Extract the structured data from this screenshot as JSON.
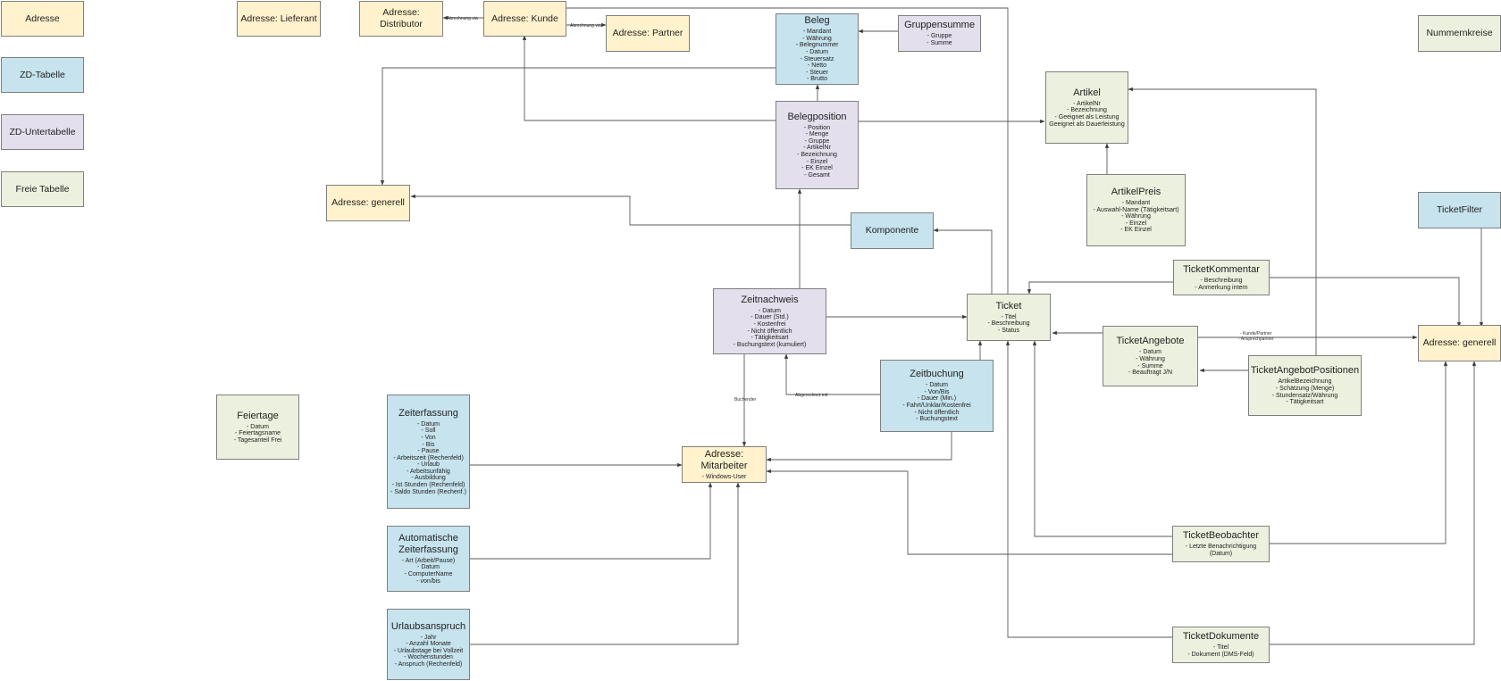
{
  "colors": {
    "addr": "#fff2cc",
    "zd": "#c6e3ee",
    "sub": "#e4dfec",
    "free": "#ebf1de",
    "line": "#5a5a5a"
  },
  "nodes": [
    {
      "id": "legend-adresse",
      "title": "Adresse",
      "fields": []
    },
    {
      "id": "legend-zd",
      "title": "ZD-Tabelle",
      "fields": []
    },
    {
      "id": "legend-zdu",
      "title": "ZD-Untertabelle",
      "fields": []
    },
    {
      "id": "legend-frei",
      "title": "Freie Tabelle",
      "fields": []
    },
    {
      "id": "lieferant",
      "title": "Adresse: Lieferant",
      "fields": []
    },
    {
      "id": "distributor",
      "title": "Adresse: Distributor",
      "fields": []
    },
    {
      "id": "kunde",
      "title": "Adresse: Kunde",
      "fields": []
    },
    {
      "id": "partner",
      "title": "Adresse: Partner",
      "fields": []
    },
    {
      "id": "beleg",
      "title": "Beleg",
      "fields": [
        "- Mandant",
        "- Währung",
        "- Belegnummer",
        "- Datum",
        "- Steuersatz",
        "- Netto",
        "- Steuer",
        "- Brutto"
      ]
    },
    {
      "id": "gruppensumme",
      "title": "Gruppensumme",
      "fields": [
        "- Gruppe",
        "- Summe"
      ]
    },
    {
      "id": "nummernkreise",
      "title": "Nummernkreise",
      "fields": []
    },
    {
      "id": "belegposition",
      "title": "Belegposition",
      "fields": [
        "- Position",
        "- Menge",
        "- Gruppe",
        "- ArtikelNr",
        "- Bezeichnung",
        "- Einzel",
        "- EK Einzel",
        "- Gesamt"
      ]
    },
    {
      "id": "artikel",
      "title": "Artikel",
      "fields": [
        "- ArtikelNr",
        "- Bezeichnung",
        "- Geeignet als Leistung",
        "Geeignet als Dauerleistung"
      ]
    },
    {
      "id": "adr-generell-1",
      "title": "Adresse: generell",
      "fields": []
    },
    {
      "id": "komponente",
      "title": "Komponente",
      "fields": []
    },
    {
      "id": "artikelpreis",
      "title": "ArtikelPreis",
      "fields": [
        "- Mandant",
        "- Auswahl-Name (Tätigkeitsart)",
        "- Währung",
        "- Einzel",
        "- EK Einzel"
      ]
    },
    {
      "id": "ticketfilter",
      "title": "TicketFilter",
      "fields": []
    },
    {
      "id": "ticketkommentar",
      "title": "TicketKommentar",
      "fields": [
        "- Beschreibung",
        "- Anmerkung intern"
      ]
    },
    {
      "id": "zeitnachweis",
      "title": "Zeitnachweis",
      "fields": [
        "- Datum",
        "- Dauer (Std.)",
        "- Kostenfrei",
        "- Nicht öffentlich",
        "- Tätigkeitsart",
        "- Buchungstext (kumuliert)"
      ]
    },
    {
      "id": "ticket",
      "title": "Ticket",
      "fields": [
        "- Titel",
        "- Beschreibung",
        "- Status"
      ]
    },
    {
      "id": "ticketangebote",
      "title": "TicketAngebote",
      "fields": [
        "- Datum",
        "- Währung",
        "- Summe",
        "- Beauftragt J/N"
      ]
    },
    {
      "id": "adr-generell-2",
      "title": "Adresse: generell",
      "fields": []
    },
    {
      "id": "ticketangebotpositionen",
      "title": "TicketAngebotPositionen",
      "fields": [
        "ArtikelBezeichnung",
        "- Schätzung (Menge)",
        "- Stundensatz/Währung",
        "- Tätigkeitsart"
      ]
    },
    {
      "id": "zeitbuchung",
      "title": "Zeitbuchung",
      "fields": [
        "- Datum",
        "- Von/Bis",
        "- Dauer (Min.)",
        "- Fahrt/Unklar/Kostenfrei",
        "- Nicht öffentlich",
        "- Buchungstext"
      ]
    },
    {
      "id": "feiertage",
      "title": "Feiertage",
      "fields": [
        "- Datum",
        "- Feiertagsname",
        "- Tagesanteil Frei"
      ]
    },
    {
      "id": "zeiterfassung",
      "title": "Zeiterfassung",
      "fields": [
        "- Datum",
        "- Soll",
        "- Von",
        "- Bis",
        "- Pause",
        "- Arbeitszeit (Rechenfeld)",
        "- Urlaub",
        "- Arbeitsunfähig",
        "- Ausbildung",
        "- Ist Stunden (Rechenfeld)",
        "- Saldo Stunden (Rechenf.)"
      ]
    },
    {
      "id": "mitarbeiter",
      "title": "Adresse: Mitarbeiter",
      "fields": [
        "- Windows-User"
      ]
    },
    {
      "id": "auto-zeiterfassung",
      "title": "Automatische Zeiterfassung",
      "fields": [
        "- Art (Arbeit/Pause)",
        "- Datum",
        "- ComputerName",
        "- von/bis"
      ]
    },
    {
      "id": "ticketbeobachter",
      "title": "TicketBeobachter",
      "fields": [
        "- Letzte Benachrichtigung",
        "(Datum)"
      ]
    },
    {
      "id": "urlaubsanspruch",
      "title": "Urlaubsanspruch",
      "fields": [
        "- Jahr",
        "- Anzahl Monate",
        "- Urlaubstage bei Vollzeit",
        "- Wochenstunden",
        "- Anspruch (Rechenfeld)"
      ]
    },
    {
      "id": "ticketdokumente",
      "title": "TicketDokumente",
      "fields": [
        "- Titel",
        "- Dokument (DMS-Feld)"
      ]
    }
  ],
  "edge_labels": [
    "Abrechnung via",
    "Abrechnung via",
    "Buchender",
    "Abgerechnet mit",
    "- Kunde/Partner",
    "- Ansprechpartner"
  ]
}
